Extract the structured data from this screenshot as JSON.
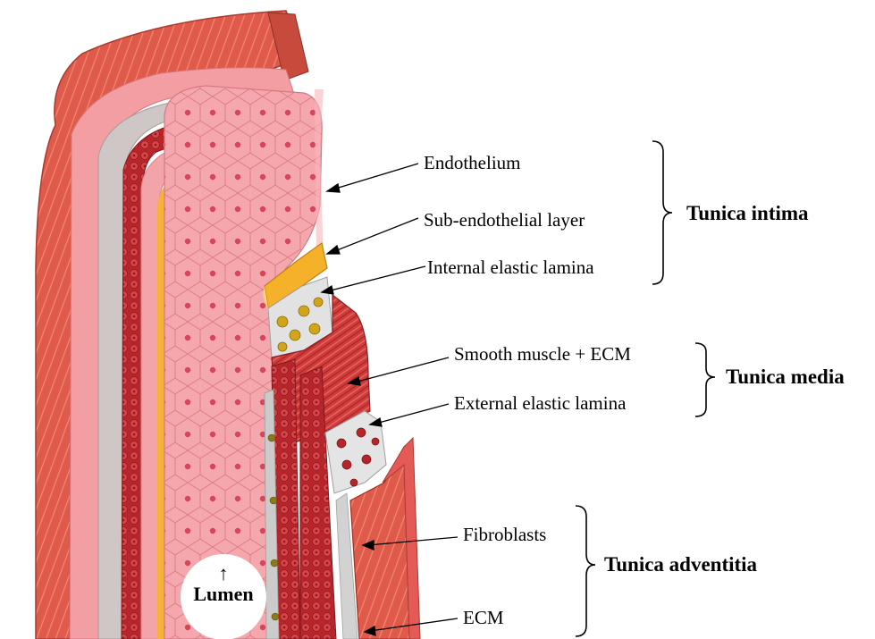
{
  "labels": {
    "endothelium": "Endothelium",
    "sub_endothelial": "Sub-endothelial layer",
    "internal_elastic": "Internal elastic lamina",
    "smooth_muscle": "Smooth muscle + ECM",
    "external_elastic": "External elastic lamina",
    "fibroblasts": "Fibroblasts",
    "ecm": "ECM"
  },
  "groups": {
    "intima": "Tunica intima",
    "media": "Tunica media",
    "adventitia": "Tunica adventitia"
  },
  "lumen": {
    "arrow": "↑",
    "label": "Lumen"
  },
  "colors": {
    "outer_adventitia": "#d9564a",
    "pink_tissue": "#f3a3aa",
    "muscle_red": "#c9383c",
    "endothelium_pink": "#f2a1a6",
    "elastic_gold": "#f6b12a",
    "grey_lamina": "#d8d8d8",
    "line": "#000000"
  }
}
